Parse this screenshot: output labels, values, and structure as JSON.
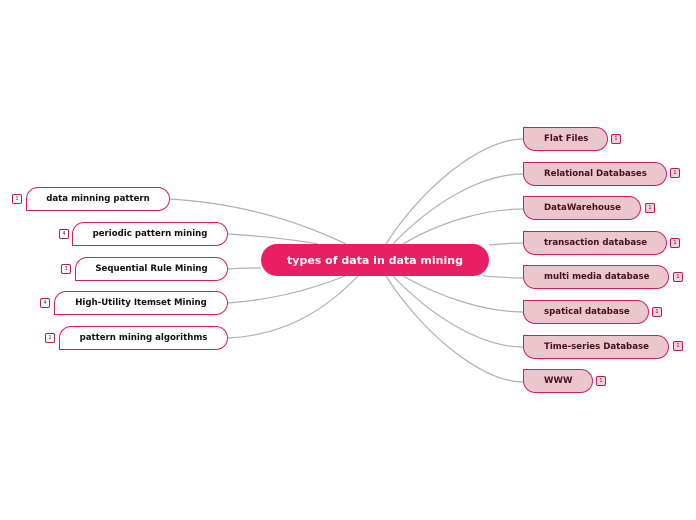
{
  "central": {
    "label": "types of data in data mining",
    "color": "#e91e63"
  },
  "link_color": "#b0b0b0",
  "right_nodes": [
    {
      "label": "Flat Files",
      "badge": "1"
    },
    {
      "label": "Relational Databases",
      "badge": "1"
    },
    {
      "label": "DataWarehouse",
      "badge": "1"
    },
    {
      "label": "transaction database",
      "badge": "1"
    },
    {
      "label": "multi media database",
      "badge": "1"
    },
    {
      "label": "spatical database",
      "badge": "1"
    },
    {
      "label": "Time-series Database",
      "badge": "1"
    },
    {
      "label": "WWW",
      "badge": "1"
    }
  ],
  "left_nodes": [
    {
      "label": "data minning pattern",
      "badge": "1"
    },
    {
      "label": "periodic pattern mining",
      "badge": "4"
    },
    {
      "label": "Sequential Rule Mining",
      "badge": "3"
    },
    {
      "label": "High-Utility Itemset Mining",
      "badge": "4"
    },
    {
      "label": "pattern mining algorithms",
      "badge": "1"
    }
  ]
}
